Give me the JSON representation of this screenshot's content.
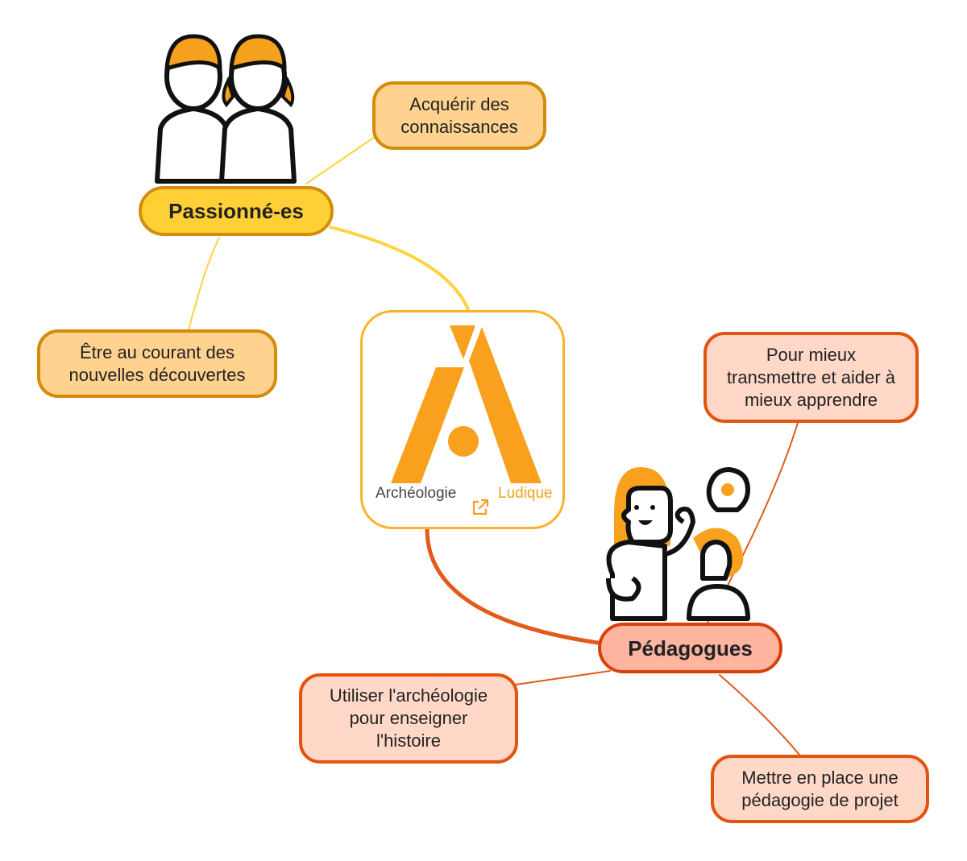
{
  "center": {
    "brand_word1": "Archéologie",
    "brand_word2": "Ludique",
    "link_icon": "external-link-icon"
  },
  "branches": [
    {
      "label": "Passionné-es",
      "icon": "children-icon",
      "children": [
        "Acquérir des connaissances",
        "Être au courant des nouvelles découvertes"
      ]
    },
    {
      "label": "Pédagogues",
      "icon": "teacher-student-icon",
      "children": [
        "Pour  mieux transmettre et aider à mieux apprendre",
        "Utiliser l'archéologie pour enseigner l'histoire",
        "Mettre en place une pédagogie de projet"
      ]
    }
  ],
  "colors": {
    "yellow_edge": "#ffd23f",
    "orange_edge": "#e35a1a",
    "accent": "#f5a11d"
  }
}
